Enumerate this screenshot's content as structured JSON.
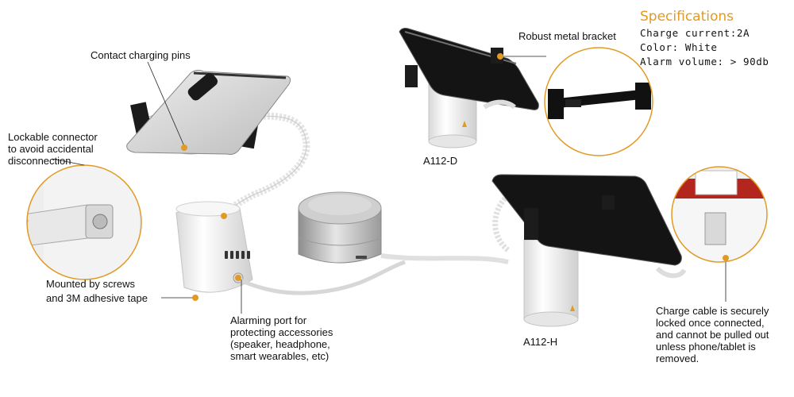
{
  "specifications": {
    "title": "Specifications",
    "lines": [
      "Charge current:2A",
      "Color: White",
      "Alarm volume: > 90db"
    ]
  },
  "callouts": {
    "contact_pins": "Contact charging pins",
    "lockable_connector": "Lockable connector\nto avoid accidental\ndisconnection",
    "mounted": "Mounted by screws\nand 3M adhesive tape",
    "alarming_port": "Alarming port for\nprotecting accessories\n(speaker, headphone,\nsmart wearables, etc)",
    "robust_bracket": "Robust metal bracket",
    "charge_cable": "Charge cable is securely\nlocked once connected,\nand cannot be pulled out\nunless phone/tablet  is\nremoved."
  },
  "models": {
    "d": "A112-D",
    "h": "A112-H"
  },
  "colors": {
    "accent": "#e29a26",
    "device_white": "#f2f2f2",
    "device_shadow": "#cfcfcf",
    "phone_black": "#111111",
    "speaker_silver": "#b5b5b5",
    "red_cap": "#b3261e"
  }
}
